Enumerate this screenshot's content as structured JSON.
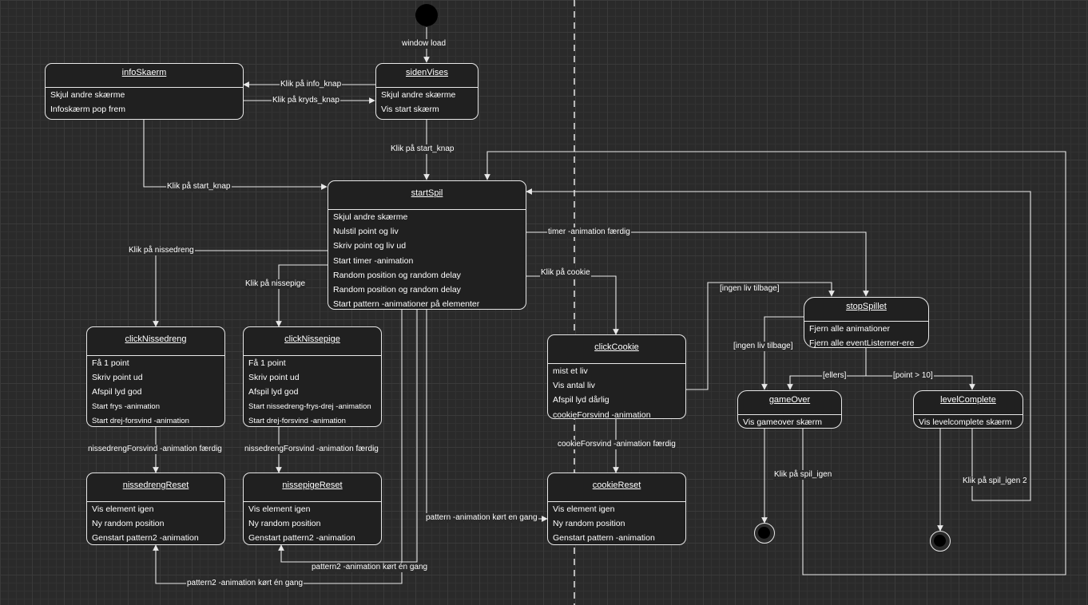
{
  "states": {
    "infoSkaerm": {
      "title": "infoSkaerm",
      "actions": [
        "Skjul andre skærme",
        "Infoskærm pop frem"
      ]
    },
    "sidenVises": {
      "title": "sidenVises",
      "actions": [
        "Skjul andre skærme",
        "Vis start skærm"
      ]
    },
    "startSpil": {
      "title": "startSpil",
      "actions": [
        "Skjul andre skærme",
        "Nulstil point og liv",
        "Skriv point og liv ud",
        "Start timer -animation",
        "Random position og random delay",
        "Random position og random delay",
        "Start pattern -animationer på elementer"
      ]
    },
    "clickNissedreng": {
      "title": "clickNissedreng",
      "actions": [
        "Få 1 point",
        "Skriv point ud",
        "Afspil lyd god",
        "Start frys -animation",
        "Start drej-forsvind -animation"
      ]
    },
    "clickNissepige": {
      "title": "clickNissepige",
      "actions": [
        "Få 1 point",
        "Skriv point ud",
        "Afspil lyd god",
        "Start nissedreng-frys-drej -animation",
        "Start drej-forsvind -animation"
      ]
    },
    "nissedrengReset": {
      "title": "nissedrengReset",
      "actions": [
        "Vis element igen",
        "Ny random position",
        "Genstart pattern2 -animation"
      ]
    },
    "nissepigeReset": {
      "title": "nissepigeReset",
      "actions": [
        "Vis element igen",
        "Ny random position",
        "Genstart pattern2 -animation"
      ]
    },
    "clickCookie": {
      "title": "clickCookie",
      "actions": [
        "mist et liv",
        "Vis antal liv",
        "Afspil lyd dårlig",
        "cookieForsvind -animation"
      ]
    },
    "cookieReset": {
      "title": "cookieReset",
      "actions": [
        "Vis element igen",
        "Ny random position",
        "Genstart pattern -animation"
      ]
    },
    "stopSpillet": {
      "title": "stopSpillet",
      "actions": [
        "Fjern alle animationer",
        "Fjern alle eventListerner-ere"
      ]
    },
    "gameOver": {
      "title": "gameOver",
      "actions": [
        "Vis gameover skærm"
      ]
    },
    "levelComplete": {
      "title": "levelComplete",
      "actions": [
        "Vis levelcomplete skærm"
      ]
    }
  },
  "transitions": {
    "window_load": "window load",
    "info_knap": "Klik på info_knap",
    "kryds_knap": "Klik på kryds_knap",
    "start_knap_1": "Klik på start_knap",
    "start_knap_2": "Klik på start_knap",
    "nissedreng": "Klik på nissedreng",
    "nissepige": "Klik på nissepige",
    "timer_done": "timer -animation færdig",
    "cookie": "Klik på cookie",
    "ingen_liv_1": "[ingen liv tilbage]",
    "ingen_liv_2": "[ingen liv tilbage]",
    "ellers": "[ellers]",
    "point_gt_10": "[point > 10]",
    "nissedreng_forsvind": "nissedrengForsvind -animation færdig",
    "nissepige_forsvind": "nissedrengForsvind -animation færdig",
    "cookie_forsvind": "cookieForsvind -animation færdig",
    "spil_igen": "Klik på spil_igen",
    "spil_igen_2": "Klik på spil_igen 2",
    "pattern_cookie": "pattern -animation kørt en gang",
    "pattern2_pige": "pattern2 -animation kørt én gang",
    "pattern2_dreng": "pattern2 -animation kørt én gang"
  }
}
